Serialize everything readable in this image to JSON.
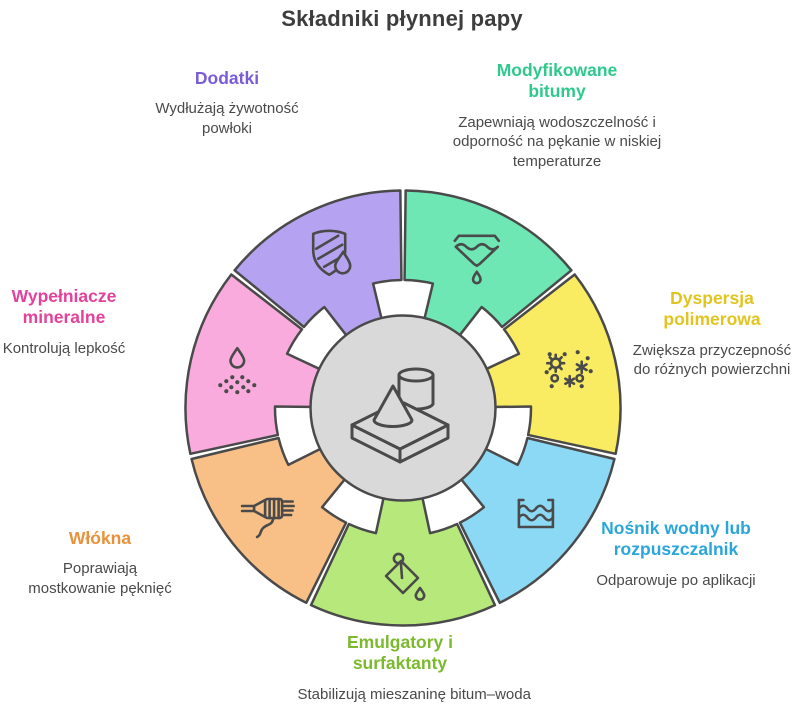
{
  "title": "Składniki płynnej papy",
  "colors": {
    "outline": "#4a4a4a",
    "center_fill": "#d9d9d9",
    "background": "#ffffff",
    "description_text": "#4a4a4a",
    "title_text": "#3d3d3d"
  },
  "diagram": {
    "center_icon": "roofing-compound-3d-icon",
    "segments": [
      {
        "id": "modyfikowane-bitumy",
        "label": "Modyfikowane bitumy",
        "description": "Zapewniają wodoszczelność i odporność na pękanie w niskiej temperaturze",
        "color": "#6ee7b5",
        "label_color": "#2fc98d",
        "icon": "funnel-drip-icon"
      },
      {
        "id": "dyspersja-polimerowa",
        "label": "Dyspersja polimerowa",
        "description": "Zwiększa przyczepność do różnych powierzchni",
        "color": "#f9ec62",
        "label_color": "#e2c41e",
        "icon": "particles-icon"
      },
      {
        "id": "nosnik-wodny",
        "label": "Nośnik wodny lub rozpuszczalnik",
        "description": "Odparowuje po aplikacji",
        "color": "#8cd9f6",
        "label_color": "#2aa6db",
        "icon": "water-waves-icon"
      },
      {
        "id": "emulgatory",
        "label": "Emulgatory i surfaktanty",
        "description": "Stabilizują mieszaninę bitum–woda",
        "color": "#b7e87b",
        "label_color": "#7bb92d",
        "icon": "pouring-bucket-icon"
      },
      {
        "id": "wlokna",
        "label": "Włókna",
        "description": "Poprawiają mostkowanie pęknięć",
        "color": "#f8bf86",
        "label_color": "#e8923c",
        "icon": "fiber-brush-icon"
      },
      {
        "id": "wypelniacze-mineralne",
        "label": "Wypełniacze mineralne",
        "description": "Kontrolują lepkość",
        "color": "#faabdd",
        "label_color": "#e3419c",
        "icon": "droplet-spray-icon"
      },
      {
        "id": "dodatki",
        "label": "Dodatki",
        "description": "Wydłużają żywotność powłoki",
        "color": "#b5a2f0",
        "label_color": "#7a5cd9",
        "icon": "shield-droplet-icon"
      }
    ]
  }
}
